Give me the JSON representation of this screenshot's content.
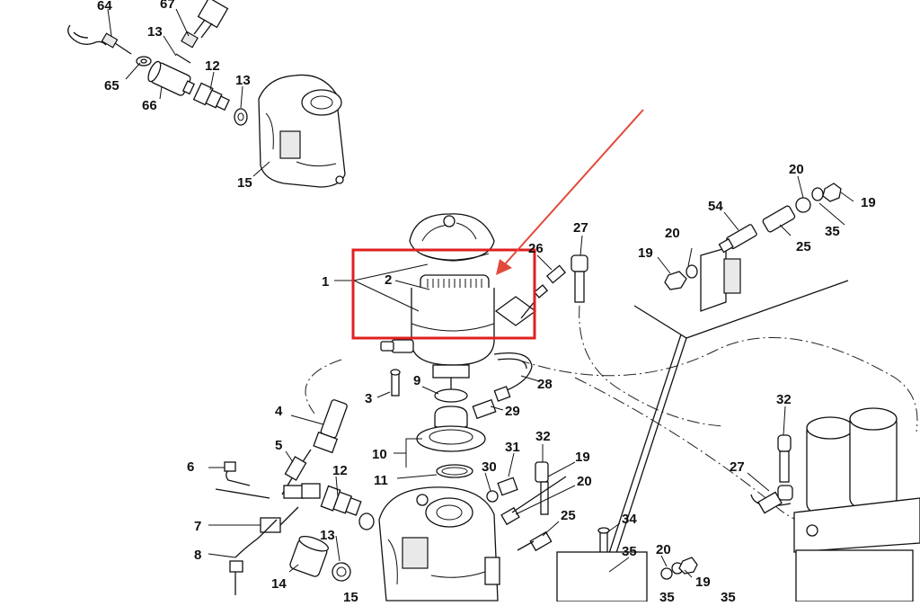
{
  "diagram": {
    "callouts": [
      "64",
      "67",
      "13",
      "12",
      "13",
      "65",
      "66",
      "15",
      "1",
      "2",
      "26",
      "27",
      "3",
      "9",
      "28",
      "29",
      "4",
      "5",
      "6",
      "7",
      "8",
      "10",
      "11",
      "12",
      "13",
      "14",
      "15",
      "30",
      "31",
      "32",
      "19",
      "20",
      "25",
      "34",
      "35",
      "20",
      "19",
      "35",
      "35",
      "20",
      "19",
      "54",
      "20",
      "19",
      "35",
      "25",
      "32",
      "27"
    ],
    "highlight_color": "#e02020",
    "arrow_color": "#e24a3b",
    "line_color": "#111111"
  }
}
